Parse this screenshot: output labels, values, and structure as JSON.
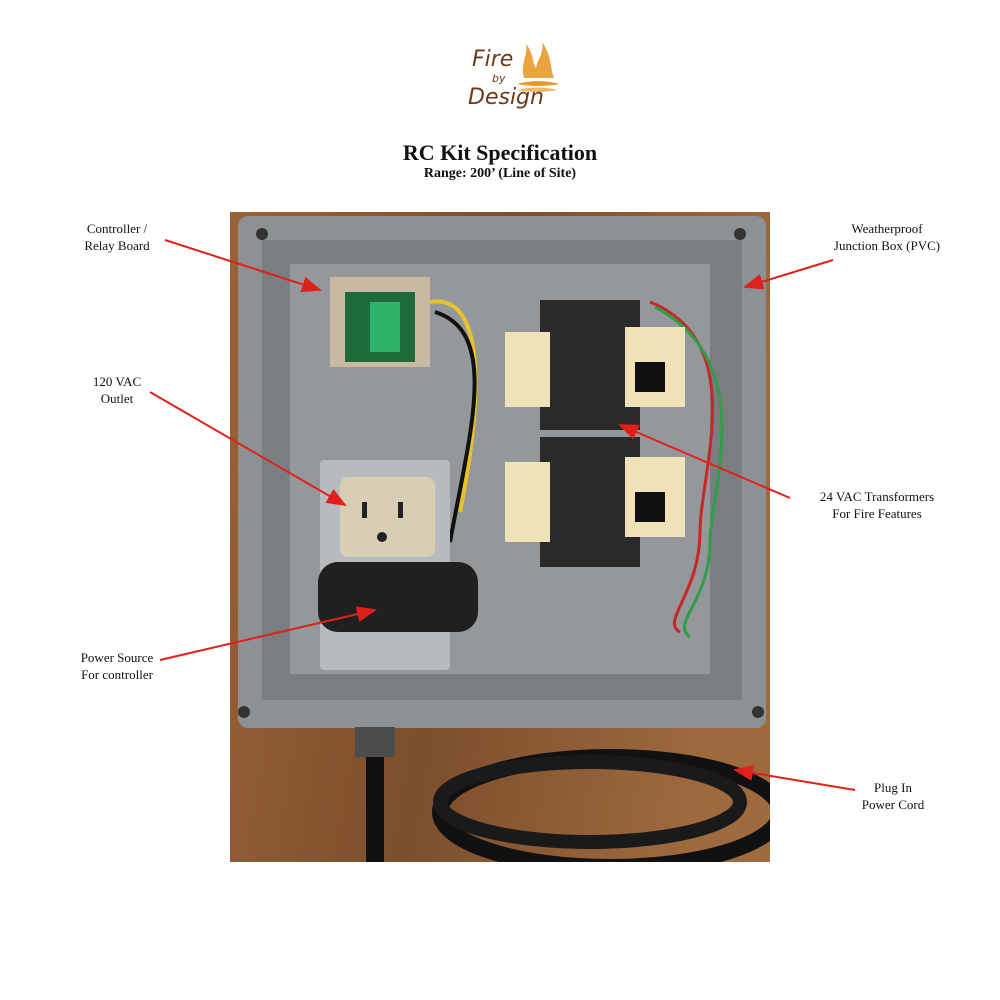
{
  "logo": {
    "text_line1": "Fire",
    "text_line2": "by",
    "text_line3": "Design"
  },
  "header": {
    "title": "RC Kit Specification",
    "subtitle": "Range: 200’ (Line of Site)"
  },
  "labels": {
    "controller": {
      "line1": "Controller /",
      "line2": "Relay Board"
    },
    "junction_box": {
      "line1": "Weatherproof",
      "line2": "Junction Box (PVC)"
    },
    "outlet": {
      "line1": "120 VAC",
      "line2": "Outlet"
    },
    "transformers": {
      "line1": "24 VAC Transformers",
      "line2": "For Fire Features"
    },
    "power_source": {
      "line1": "Power Source",
      "line2": "For controller"
    },
    "power_cord": {
      "line1": "Plug In",
      "line2": "Power Cord"
    }
  },
  "colors": {
    "arrow": "#e0201b",
    "logo_brown": "#6b3a1c",
    "logo_flame": "#e89a2a",
    "box_gray": "#8a8d8f"
  }
}
